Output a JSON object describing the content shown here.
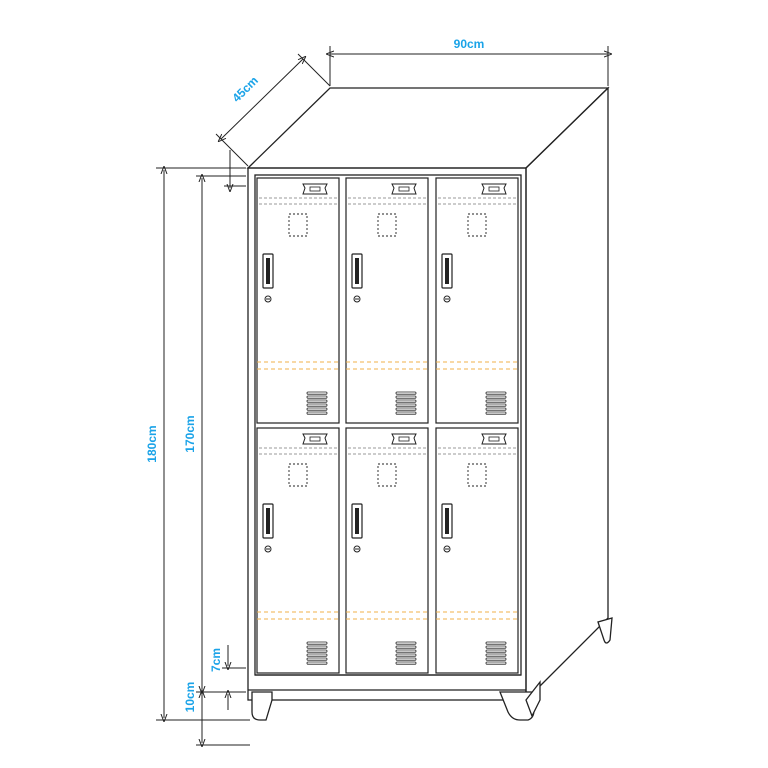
{
  "dimensions": {
    "width": "90cm",
    "depth": "45cm",
    "total_height": "180cm",
    "body_height": "170cm",
    "base_height": "10cm",
    "plinth_height": "7cm"
  },
  "colors": {
    "dimension_text": "#1aa3e8",
    "outline": "#222222",
    "shelf_dash": "#f0b04a",
    "guide_dash": "#9a9a9a"
  },
  "icons": {
    "lock": "lock-icon",
    "vent": "vent-icon",
    "handle": "handle-icon",
    "label_holder": "label-holder-icon"
  }
}
